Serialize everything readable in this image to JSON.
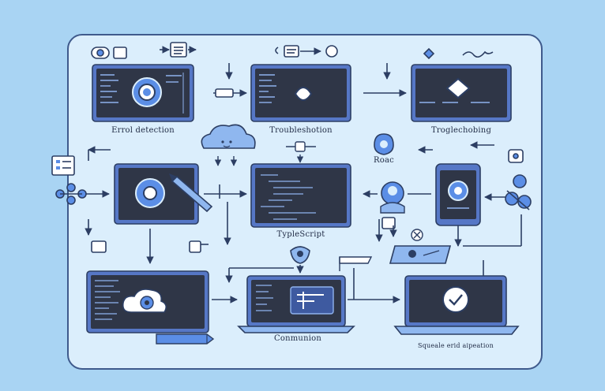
{
  "labels": {
    "error_detection": "Errol detection",
    "troubleshooting_1": "Troubleshotion",
    "troubleshooting_2": "Troglechobing",
    "react": "Roac",
    "typescript": "TypleScript",
    "connection": "Conmunion",
    "final": "Squeale erid aipeation"
  },
  "colors": {
    "background": "#a9d4f3",
    "panel": "#dbeefc",
    "panel_border": "#3f5a8c",
    "screen": "#2f3647",
    "screen_frame": "#5677c6",
    "accent_blue": "#5b8ee6",
    "line": "#2c3e63"
  },
  "icons": [
    "gear-icon",
    "cloud-icon",
    "robot-icon",
    "pencil-icon",
    "checkmark-icon",
    "phone-icon",
    "laptop-icon",
    "search-icon",
    "key-icon"
  ]
}
